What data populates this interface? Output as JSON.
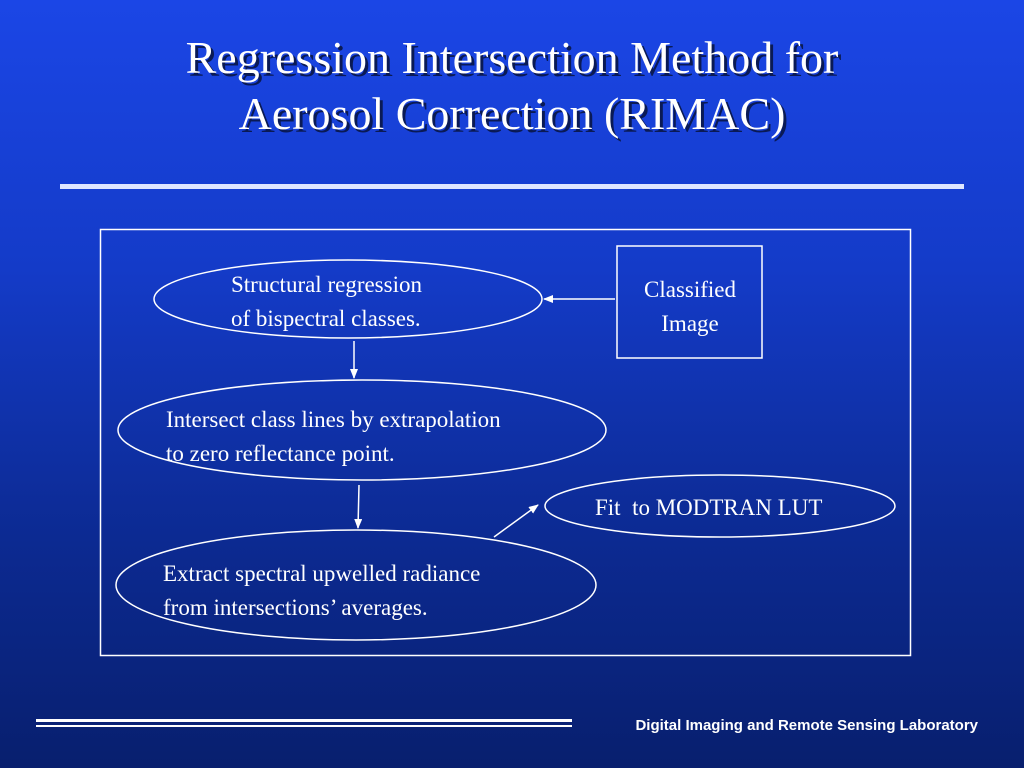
{
  "slide": {
    "title_line1": "Regression Intersection Method for",
    "title_line2": "Aerosol Correction (RIMAC)",
    "footer": "Digital Imaging and Remote Sensing Laboratory"
  },
  "diagram": {
    "nodes": {
      "structural_regression": {
        "line1": "Structural regression",
        "line2": "of bispectral classes."
      },
      "classified_image": {
        "line1": "Classified",
        "line2": "Image"
      },
      "intersect_class_lines": {
        "line1": "Intersect class lines by extrapolation",
        "line2": "to zero reflectance point."
      },
      "fit_modtran": {
        "line1": "Fit  to MODTRAN LUT"
      },
      "extract_radiance": {
        "line1": "Extract spectral upwelled radiance",
        "line2": "from intersections’ averages."
      }
    },
    "edges": [
      {
        "from": "classified_image",
        "to": "structural_regression"
      },
      {
        "from": "structural_regression",
        "to": "intersect_class_lines"
      },
      {
        "from": "intersect_class_lines",
        "to": "extract_radiance"
      },
      {
        "from": "extract_radiance",
        "to": "fit_modtran"
      }
    ]
  }
}
